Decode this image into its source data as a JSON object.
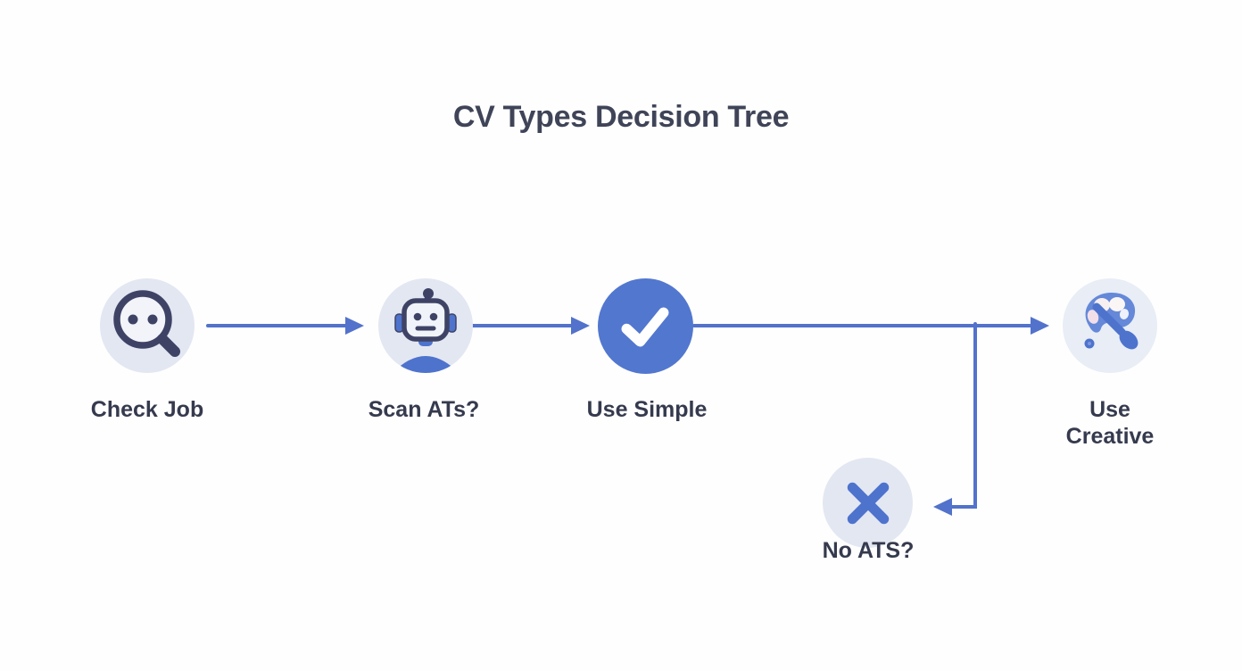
{
  "title": "CV Types Decision Tree",
  "nodes": [
    {
      "label": "Check Job",
      "icon": "magnifying-glass-face-icon"
    },
    {
      "label": "Scan ATs?",
      "icon": "robot-icon"
    },
    {
      "label": "Use Simple",
      "icon": "check-mark-icon"
    },
    {
      "label": "No ATS?",
      "icon": "x-mark-icon"
    },
    {
      "label": "Use Creative",
      "icon": "palette-brush-icon"
    }
  ],
  "edges": [
    {
      "from": "Check Job",
      "to": "Scan ATs?"
    },
    {
      "from": "Scan ATs?",
      "to": "Use Simple"
    },
    {
      "from": "Use Simple",
      "to": "Use Creative"
    },
    {
      "from": "Use Simple",
      "to": "No ATS?"
    }
  ],
  "colors": {
    "arrow": "#5272cb",
    "solid_node": "#5277cf",
    "light_node": "#e3e7f2",
    "icon_navy": "#3e4366",
    "icon_blue": "#4e73cd",
    "title_text": "#3f4458",
    "label_text": "#353a4e",
    "background": "#fefefe"
  }
}
